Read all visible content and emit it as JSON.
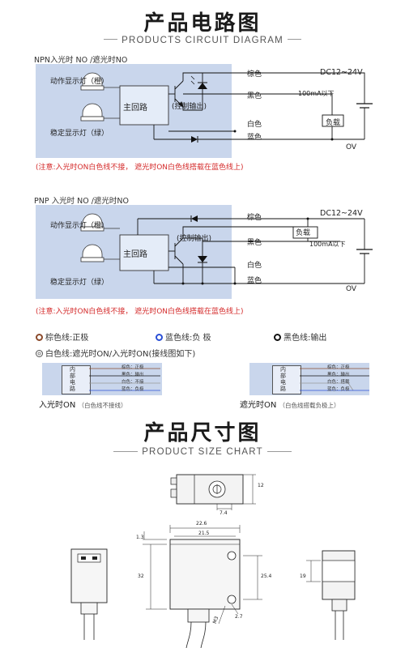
{
  "header1": {
    "title": "产品电路图",
    "subtitle": "PRODUCTS CIRCUIT DIAGRAM"
  },
  "npn": {
    "label": "NPN入光时 NO /遮光时NO",
    "action_lamp": "动作显示灯（橙）",
    "stable_lamp": "稳定显示灯（绿）",
    "main_circuit": "主回路",
    "control_output": "(控制输出)",
    "wire_brown": "棕色",
    "wire_black": "黑色",
    "wire_white": "白色",
    "wire_blue": "蓝色",
    "voltage": "DC12~24V",
    "current": "100mA以下",
    "load": "负载",
    "ov": "OV",
    "note": "(注意:入光时ON白色线不接，  遮光时ON白色线搭载在蓝色线上)"
  },
  "pnp": {
    "label": "PNP 入光时 NO /遮光时NO",
    "action_lamp": "动作显示灯（橙）",
    "stable_lamp": "稳定显示灯（绿）",
    "main_circuit": "主回路",
    "control_output": "(控制输出)",
    "wire_brown": "棕色",
    "wire_black": "黑色",
    "wire_white": "白色",
    "wire_blue": "蓝色",
    "voltage": "DC12~24V",
    "current": "100mA以下",
    "load": "负载",
    "ov": "OV",
    "note": "(注意:入光时ON白色线不接，  遮光时ON白色线搭载在蓝色线上)"
  },
  "legend": {
    "brown": "棕色线:正极",
    "blue": "蓝色线:负 极",
    "black": "黑色线:输出",
    "white": "白色线:遮光时ON/入光时ON(接线图如下)"
  },
  "colors": {
    "brown": "#8b4a2b",
    "blue": "#2a4fd6",
    "black": "#111111",
    "white": "#ffffff",
    "note_red": "#d42a2a",
    "panel": "#c9d6ec"
  },
  "wiring": {
    "left": {
      "inner_label": [
        "内",
        "部",
        "电",
        "路"
      ],
      "wires": [
        "棕色：正极",
        "黑色：输出",
        "白色：不接",
        "蓝色：负极"
      ],
      "caption": "入光时ON",
      "caption_note": "（白色线不接线）"
    },
    "right": {
      "inner_label": [
        "内",
        "部",
        "电",
        "路"
      ],
      "wires": [
        "棕色：正极",
        "黑色：输出",
        "白色：搭载",
        "蓝色：负极"
      ],
      "caption": "遮光时ON",
      "caption_note": "（白色线搭载负极上）"
    }
  },
  "header2": {
    "title": "产品尺寸图",
    "subtitle": "PRODUCT SIZE CHART"
  },
  "dimensions": {
    "top_h": "12",
    "top_w": "7.4",
    "front_w1": "22.6",
    "front_w2": "21.5",
    "left_top": "1.3",
    "left_h": "32",
    "right_h": "25.4",
    "hole": "M3",
    "bottom": "2.7",
    "side_h": "19"
  }
}
